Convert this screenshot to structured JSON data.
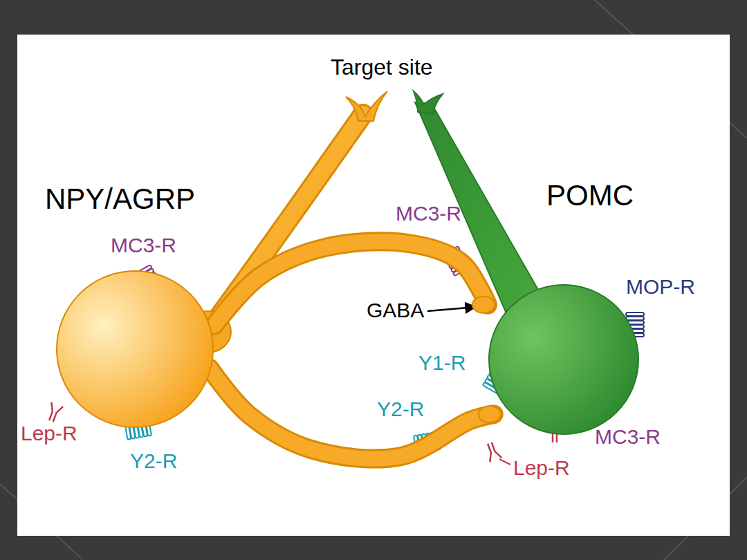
{
  "diagram": {
    "nodes": [
      {
        "text": [
          "NPY/AGRP"
        ]
      },
      {
        "text": [
          "POMC"
        ]
      }
    ],
    "edges": [
      {
        "from": 0,
        "to": 1,
        "arrow": "none"
      },
      {
        "from": 0,
        "to": 1,
        "arrow": "none"
      }
    ],
    "labels": [
      "Target site",
      "MC3-R",
      "MC3-R",
      "GABA",
      "MOP-R",
      "Y1-R",
      "Y2-R",
      "Lep-R",
      "MC3-R",
      "Y2-R",
      "Lep-R"
    ]
  }
}
